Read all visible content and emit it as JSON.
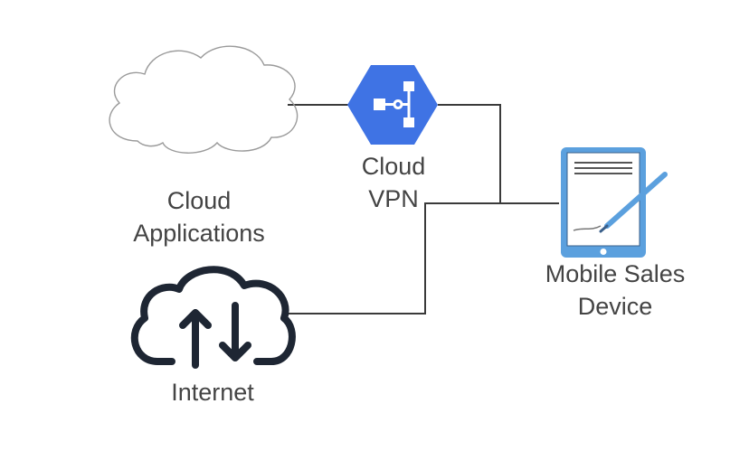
{
  "nodes": {
    "cloud_applications": {
      "label_line1": "Cloud",
      "label_line2": "Applications",
      "icon": "cloud-outline-icon"
    },
    "cloud_vpn": {
      "label_line1": "Cloud",
      "label_line2": "VPN",
      "icon": "cloud-vpn-hexagon-icon"
    },
    "mobile_sales_device": {
      "label_line1": "Mobile Sales",
      "label_line2": "Device",
      "icon": "tablet-with-stylus-icon"
    },
    "internet": {
      "label_line1": "Internet",
      "icon": "cloud-upload-download-icon"
    }
  },
  "colors": {
    "line": "#3a3a3a",
    "label_text": "#444444",
    "vpn_blue": "#3f73e4",
    "device_blue": "#5ba0de",
    "internet_icon": "#1e2633",
    "cloud_outline": "#9a9a9a"
  }
}
